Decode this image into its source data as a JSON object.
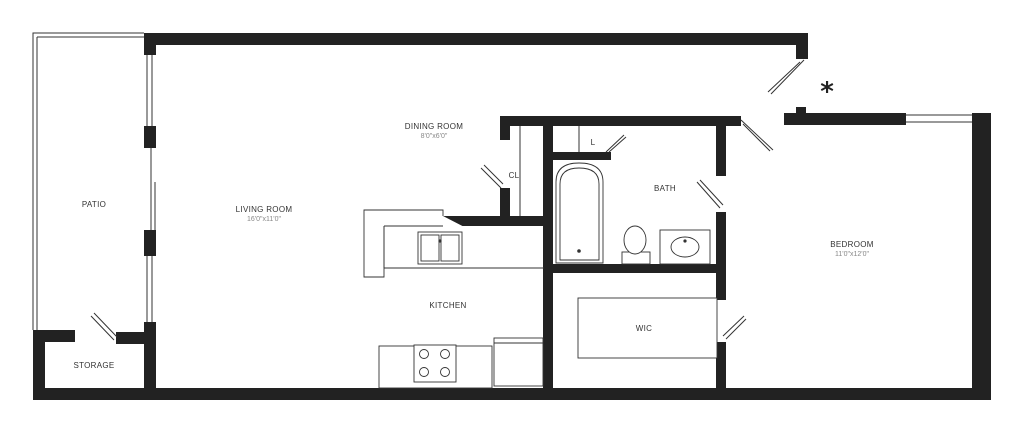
{
  "rooms": {
    "patio": {
      "name": "PATIO"
    },
    "living_room": {
      "name": "LIVING ROOM",
      "dims": "16'0\"x11'0\""
    },
    "dining_room": {
      "name": "DINING ROOM",
      "dims": "8'0\"x6'0\""
    },
    "closet": {
      "name": "CL"
    },
    "linen": {
      "name": "L"
    },
    "bath": {
      "name": "BATH"
    },
    "kitchen": {
      "name": "KITCHEN"
    },
    "wic": {
      "name": "WIC"
    },
    "bedroom": {
      "name": "BEDROOM",
      "dims": "11'0\"x12'0\""
    },
    "storage": {
      "name": "STORAGE"
    }
  },
  "entry_marker": "*",
  "colors": {
    "wall": "#222222",
    "line": "#333333",
    "label": "#333333",
    "dimension": "#888888",
    "background": "#ffffff"
  }
}
